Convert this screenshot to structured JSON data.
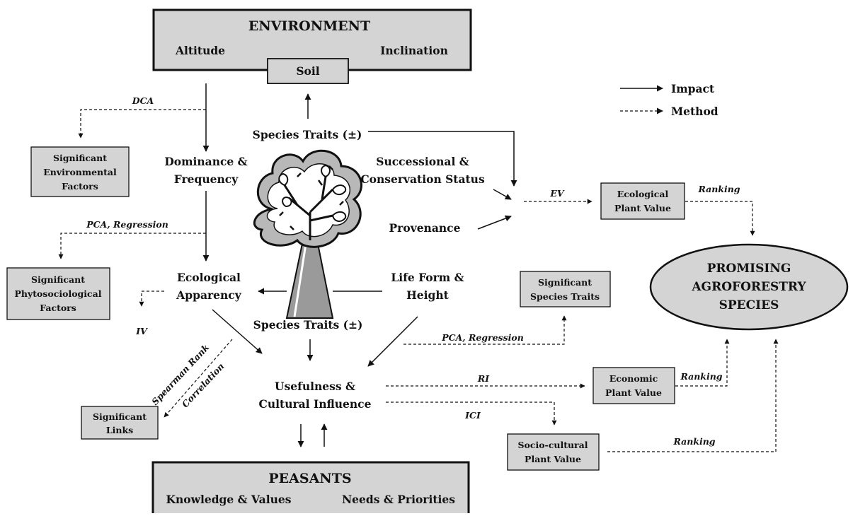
{
  "environment": {
    "title": "ENVIRONMENT",
    "left": "Altitude",
    "right": "Inclination",
    "soil": "Soil"
  },
  "peasants": {
    "title": "PEASANTS",
    "left": "Knowledge & Values",
    "right": "Needs & Priorities"
  },
  "legend": {
    "impact": "Impact",
    "method": "Method"
  },
  "nodes": {
    "species_traits_top": "Species Traits (±)",
    "dominance_1": "Dominance &",
    "dominance_2": "Frequency",
    "successional_1": "Successional &",
    "successional_2": "Conservation Status",
    "provenance": "Provenance",
    "ecological_app_1": "Ecological",
    "ecological_app_2": "Apparency",
    "life_form_1": "Life Form &",
    "life_form_2": "Height",
    "species_traits_mid": "Species Traits (±)",
    "usefulness_1": "Usefulness &",
    "usefulness_2": "Cultural Influence"
  },
  "boxes": {
    "env_factors": [
      "Significant",
      "Environmental",
      "Factors"
    ],
    "phyto_factors": [
      "Significant",
      "Phytosociological",
      "Factors"
    ],
    "links": [
      "Significant",
      "Links"
    ],
    "species_traits": [
      "Significant",
      "Species Traits"
    ],
    "ecological_value": [
      "Ecological",
      "Plant Value"
    ],
    "economic_value": [
      "Economic",
      "Plant Value"
    ],
    "sociocultural_value": [
      "Socio-cultural",
      "Plant Value"
    ]
  },
  "outcome": [
    "PROMISING",
    "AGROFORESTRY",
    "SPECIES"
  ],
  "methods": {
    "dca": "DCA",
    "pca_reg_1": "PCA,  Regression",
    "iv": "IV",
    "spearman": "Spearman Rank",
    "correlation": "Correlation",
    "pca_reg_2": "PCA,  Regression",
    "ev": "EV",
    "ri": "RI",
    "ici": "ICI",
    "ranking_1": "Ranking",
    "ranking_2": "Ranking",
    "ranking_3": "Ranking"
  },
  "colors": {
    "box_fill": "#d4d4d4",
    "line": "#111111",
    "tree_trunk": "#9a9a9a"
  }
}
